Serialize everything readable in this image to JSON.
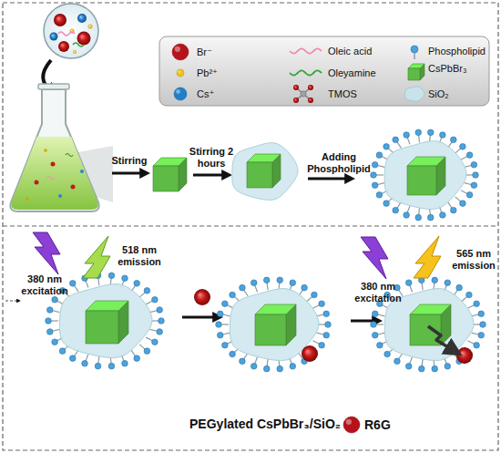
{
  "diagram": {
    "labels": [
      "Stirring",
      "Stirring 2 hours",
      "Adding Phospholipid",
      "380 nm excitation",
      "518 nm emission",
      "380 nm excitation",
      "565 nm emission",
      "PEGylated CsPbBr₃/SiO₂"
    ],
    "legend": [
      {
        "text": "Br⁻",
        "color": "#b5121b"
      },
      {
        "text": "Oleic acid"
      },
      {
        "text": "Phospholipid"
      },
      {
        "text": "Pb²⁺",
        "color": "#f2c318"
      },
      {
        "text": "Oleyamine"
      },
      {
        "text": "CsPbBr₃",
        "color": "#5dbb46"
      },
      {
        "text": "Cs⁺",
        "color": "#1f7fc9"
      },
      {
        "text": "TMOS"
      },
      {
        "text": "SiO₂",
        "color": "#c9e3ea"
      },
      {
        "text": "R6G",
        "color": "#b5121b"
      }
    ]
  }
}
